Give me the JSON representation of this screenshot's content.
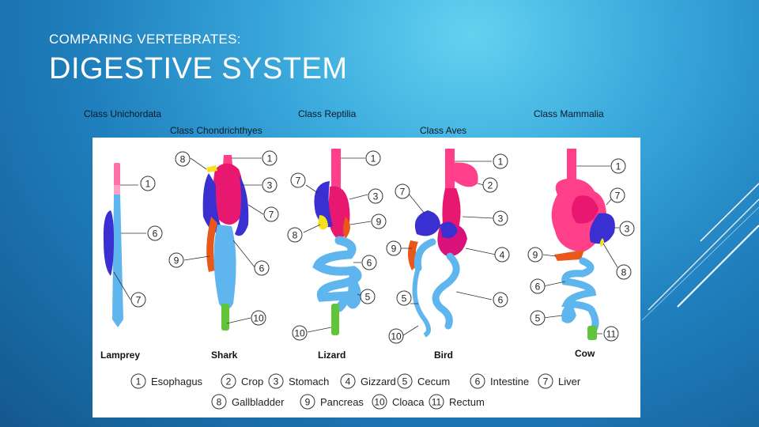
{
  "slide": {
    "subtitle": "COMPARING VERTEBRATES:",
    "title": "DIGESTIVE SYSTEM"
  },
  "classes": {
    "unichordata": "Class Unichordata",
    "chondrichthyes": "Class Chondrichthyes",
    "reptilia": "Class Reptilia",
    "aves": "Class Aves",
    "mammalia": "Class Mammalia"
  },
  "animals": {
    "lamprey": "Lamprey",
    "shark": "Shark",
    "lizard": "Lizard",
    "bird": "Bird",
    "cow": "Cow"
  },
  "callouts": {
    "lamprey": [
      "1",
      "6",
      "7"
    ],
    "shark": [
      "8",
      "1",
      "3",
      "7",
      "9",
      "6",
      "10"
    ],
    "lizard": [
      "7",
      "1",
      "3",
      "9",
      "8",
      "6",
      "5",
      "10"
    ],
    "bird": [
      "1",
      "2",
      "7",
      "3",
      "9",
      "4",
      "5",
      "6",
      "10"
    ],
    "cow": [
      "1",
      "7",
      "3",
      "9",
      "8",
      "6",
      "5",
      "11"
    ]
  },
  "legend": [
    {
      "num": "1",
      "label": "Esophagus"
    },
    {
      "num": "2",
      "label": "Crop"
    },
    {
      "num": "3",
      "label": "Stomach"
    },
    {
      "num": "4",
      "label": "Gizzard"
    },
    {
      "num": "5",
      "label": "Cecum"
    },
    {
      "num": "6",
      "label": "Intestine"
    },
    {
      "num": "7",
      "label": "Liver"
    },
    {
      "num": "8",
      "label": "Gallbladder"
    },
    {
      "num": "9",
      "label": "Pancreas"
    },
    {
      "num": "10",
      "label": "Cloaca"
    },
    {
      "num": "11",
      "label": "Rectum"
    }
  ],
  "colors": {
    "esophagus": "#ff3f8a",
    "stomach": "#e8176f",
    "intestine": "#5fb6ee",
    "liver": "#3a2fd0",
    "pancreas": "#e8581a",
    "gallbladder": "#f7e21a",
    "cloaca": "#62c43a"
  }
}
